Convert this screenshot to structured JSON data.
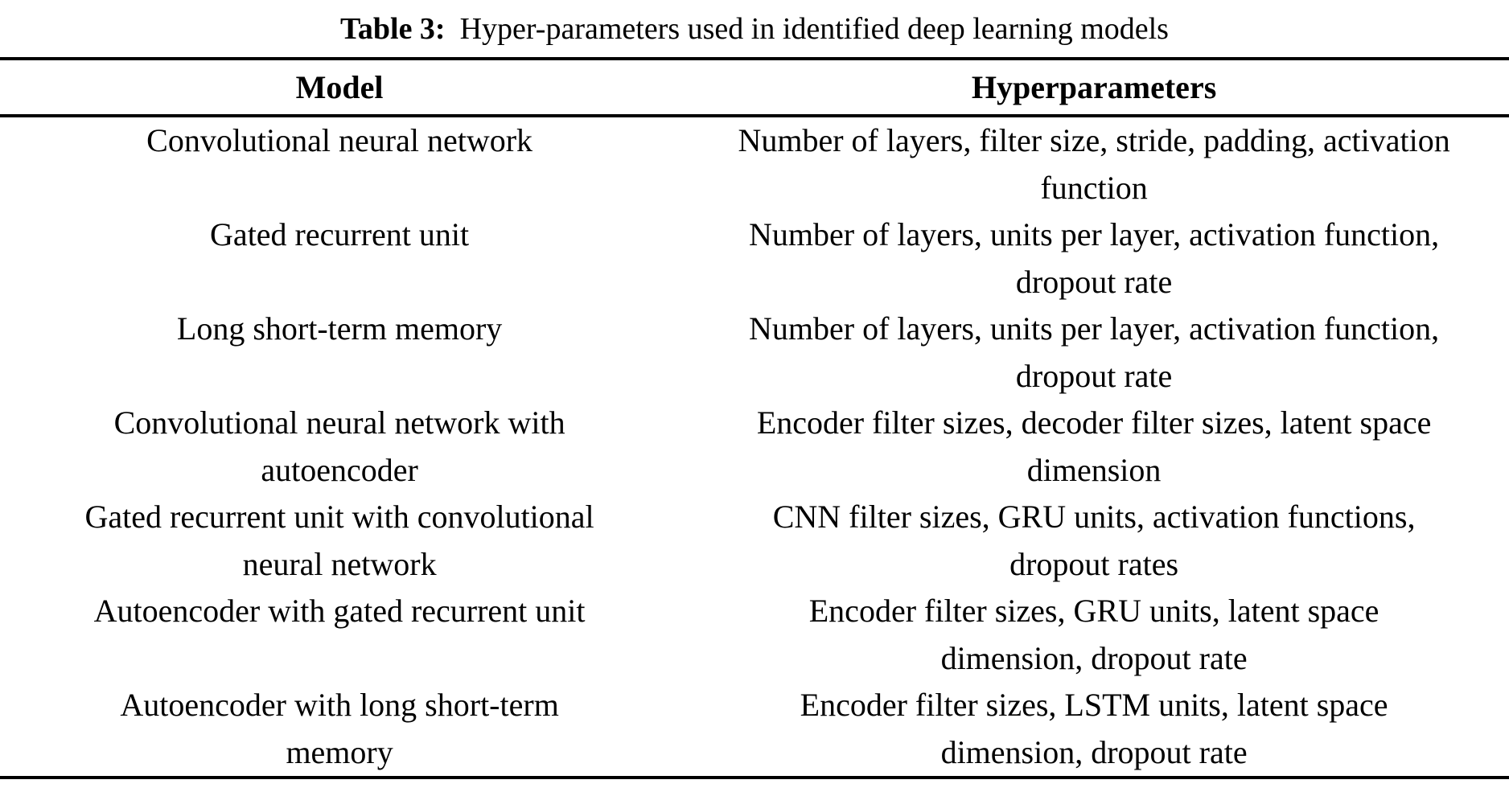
{
  "caption": {
    "label": "Table 3:",
    "text": "Hyper-parameters used in identified deep learning models"
  },
  "table": {
    "columns": [
      "Model",
      "Hyperparameters"
    ],
    "rows": [
      {
        "model": "Convolutional neural network",
        "hyperparameters": "Number of layers, filter size, stride, padding, activation\nfunction"
      },
      {
        "model": "Gated recurrent unit",
        "hyperparameters": "Number of layers, units per layer, activation function,\ndropout rate"
      },
      {
        "model": "Long short-term memory",
        "hyperparameters": "Number of layers, units per layer, activation function,\ndropout rate"
      },
      {
        "model": "Convolutional neural network with\nautoencoder",
        "hyperparameters": "Encoder filter sizes, decoder filter sizes, latent space\ndimension"
      },
      {
        "model": "Gated recurrent unit with convolutional\nneural network",
        "hyperparameters": "CNN filter sizes, GRU units, activation functions,\ndropout rates"
      },
      {
        "model": "Autoencoder with gated recurrent unit",
        "hyperparameters": "Encoder filter sizes, GRU units, latent space\ndimension, dropout rate"
      },
      {
        "model": "Autoencoder with long short-term\nmemory",
        "hyperparameters": "Encoder filter sizes, LSTM units, latent space\ndimension, dropout rate"
      }
    ]
  },
  "colors": {
    "background": "#ffffff",
    "text": "#000000",
    "rule": "#000000"
  }
}
